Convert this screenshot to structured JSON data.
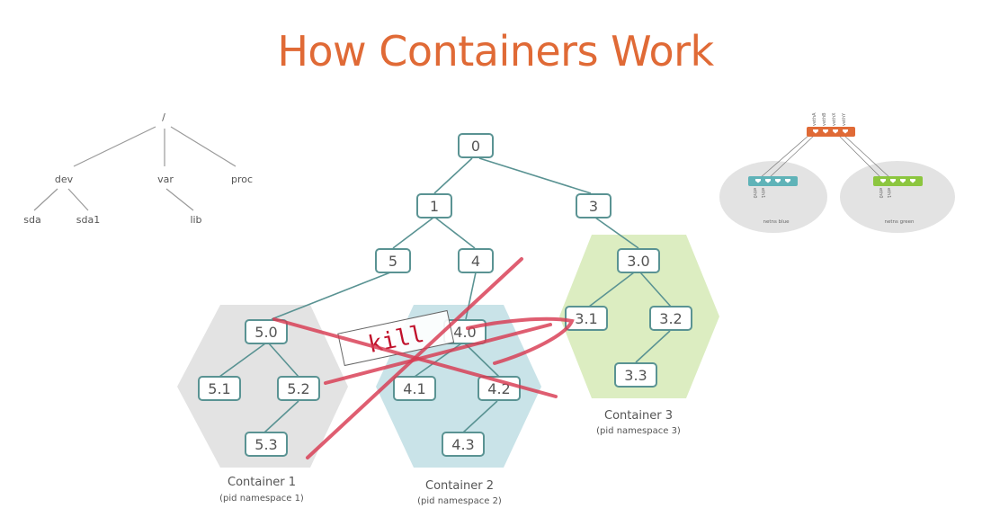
{
  "title": "How Containers Work",
  "filesystem_tree": {
    "root": "/",
    "nodes": [
      {
        "id": "root",
        "label": "/"
      },
      {
        "id": "dev",
        "label": "dev",
        "parent": "root"
      },
      {
        "id": "var",
        "label": "var",
        "parent": "root"
      },
      {
        "id": "proc",
        "label": "proc",
        "parent": "root"
      },
      {
        "id": "sda",
        "label": "sda",
        "parent": "dev"
      },
      {
        "id": "sda1",
        "label": "sda1",
        "parent": "dev"
      },
      {
        "id": "lib",
        "label": "lib",
        "parent": "var"
      }
    ]
  },
  "process_tree": {
    "nodes": [
      {
        "id": "0",
        "label": "0"
      },
      {
        "id": "1",
        "label": "1",
        "parent": "0"
      },
      {
        "id": "3",
        "label": "3",
        "parent": "0"
      },
      {
        "id": "5",
        "label": "5",
        "parent": "1"
      },
      {
        "id": "4",
        "label": "4",
        "parent": "1"
      },
      {
        "id": "5.0",
        "label": "5.0",
        "parent": "5"
      },
      {
        "id": "5.1",
        "label": "5.1",
        "parent": "5.0"
      },
      {
        "id": "5.2",
        "label": "5.2",
        "parent": "5.0"
      },
      {
        "id": "5.3",
        "label": "5.3",
        "parent": "5.2"
      },
      {
        "id": "4.0",
        "label": "4.0",
        "parent": "4"
      },
      {
        "id": "4.1",
        "label": "4.1",
        "parent": "4.0"
      },
      {
        "id": "4.2",
        "label": "4.2",
        "parent": "4.0"
      },
      {
        "id": "4.3",
        "label": "4.3",
        "parent": "4.2"
      },
      {
        "id": "3.0",
        "label": "3.0",
        "parent": "3"
      },
      {
        "id": "3.1",
        "label": "3.1",
        "parent": "3.0"
      },
      {
        "id": "3.2",
        "label": "3.2",
        "parent": "3.0"
      },
      {
        "id": "3.3",
        "label": "3.3",
        "parent": "3.2"
      }
    ]
  },
  "containers": [
    {
      "name": "Container 1",
      "subtitle": "(pid namespace 1)",
      "color": "#e3e3e3"
    },
    {
      "name": "Container 2",
      "subtitle": "(pid namespace 2)",
      "color": "#c9e3e8"
    },
    {
      "name": "Container 3",
      "subtitle": "(pid namespace 3)",
      "color": "#dcedc1"
    }
  ],
  "kill_label": "kill",
  "network": {
    "host_ports": [
      "vethA",
      "vethB",
      "vethX",
      "vethY"
    ],
    "namespaces": [
      {
        "name": "netns blue",
        "ports": [
          "eth0",
          "eth1"
        ],
        "color": "#5fb3b8"
      },
      {
        "name": "netns green",
        "ports": [
          "eth0",
          "eth1"
        ],
        "color": "#8cc63f"
      }
    ],
    "host_color": "#e06a36"
  },
  "colors": {
    "title": "#e06a36",
    "node_border": "#5a9393",
    "edge": "#5a9393",
    "annotation": "#d83a52"
  }
}
